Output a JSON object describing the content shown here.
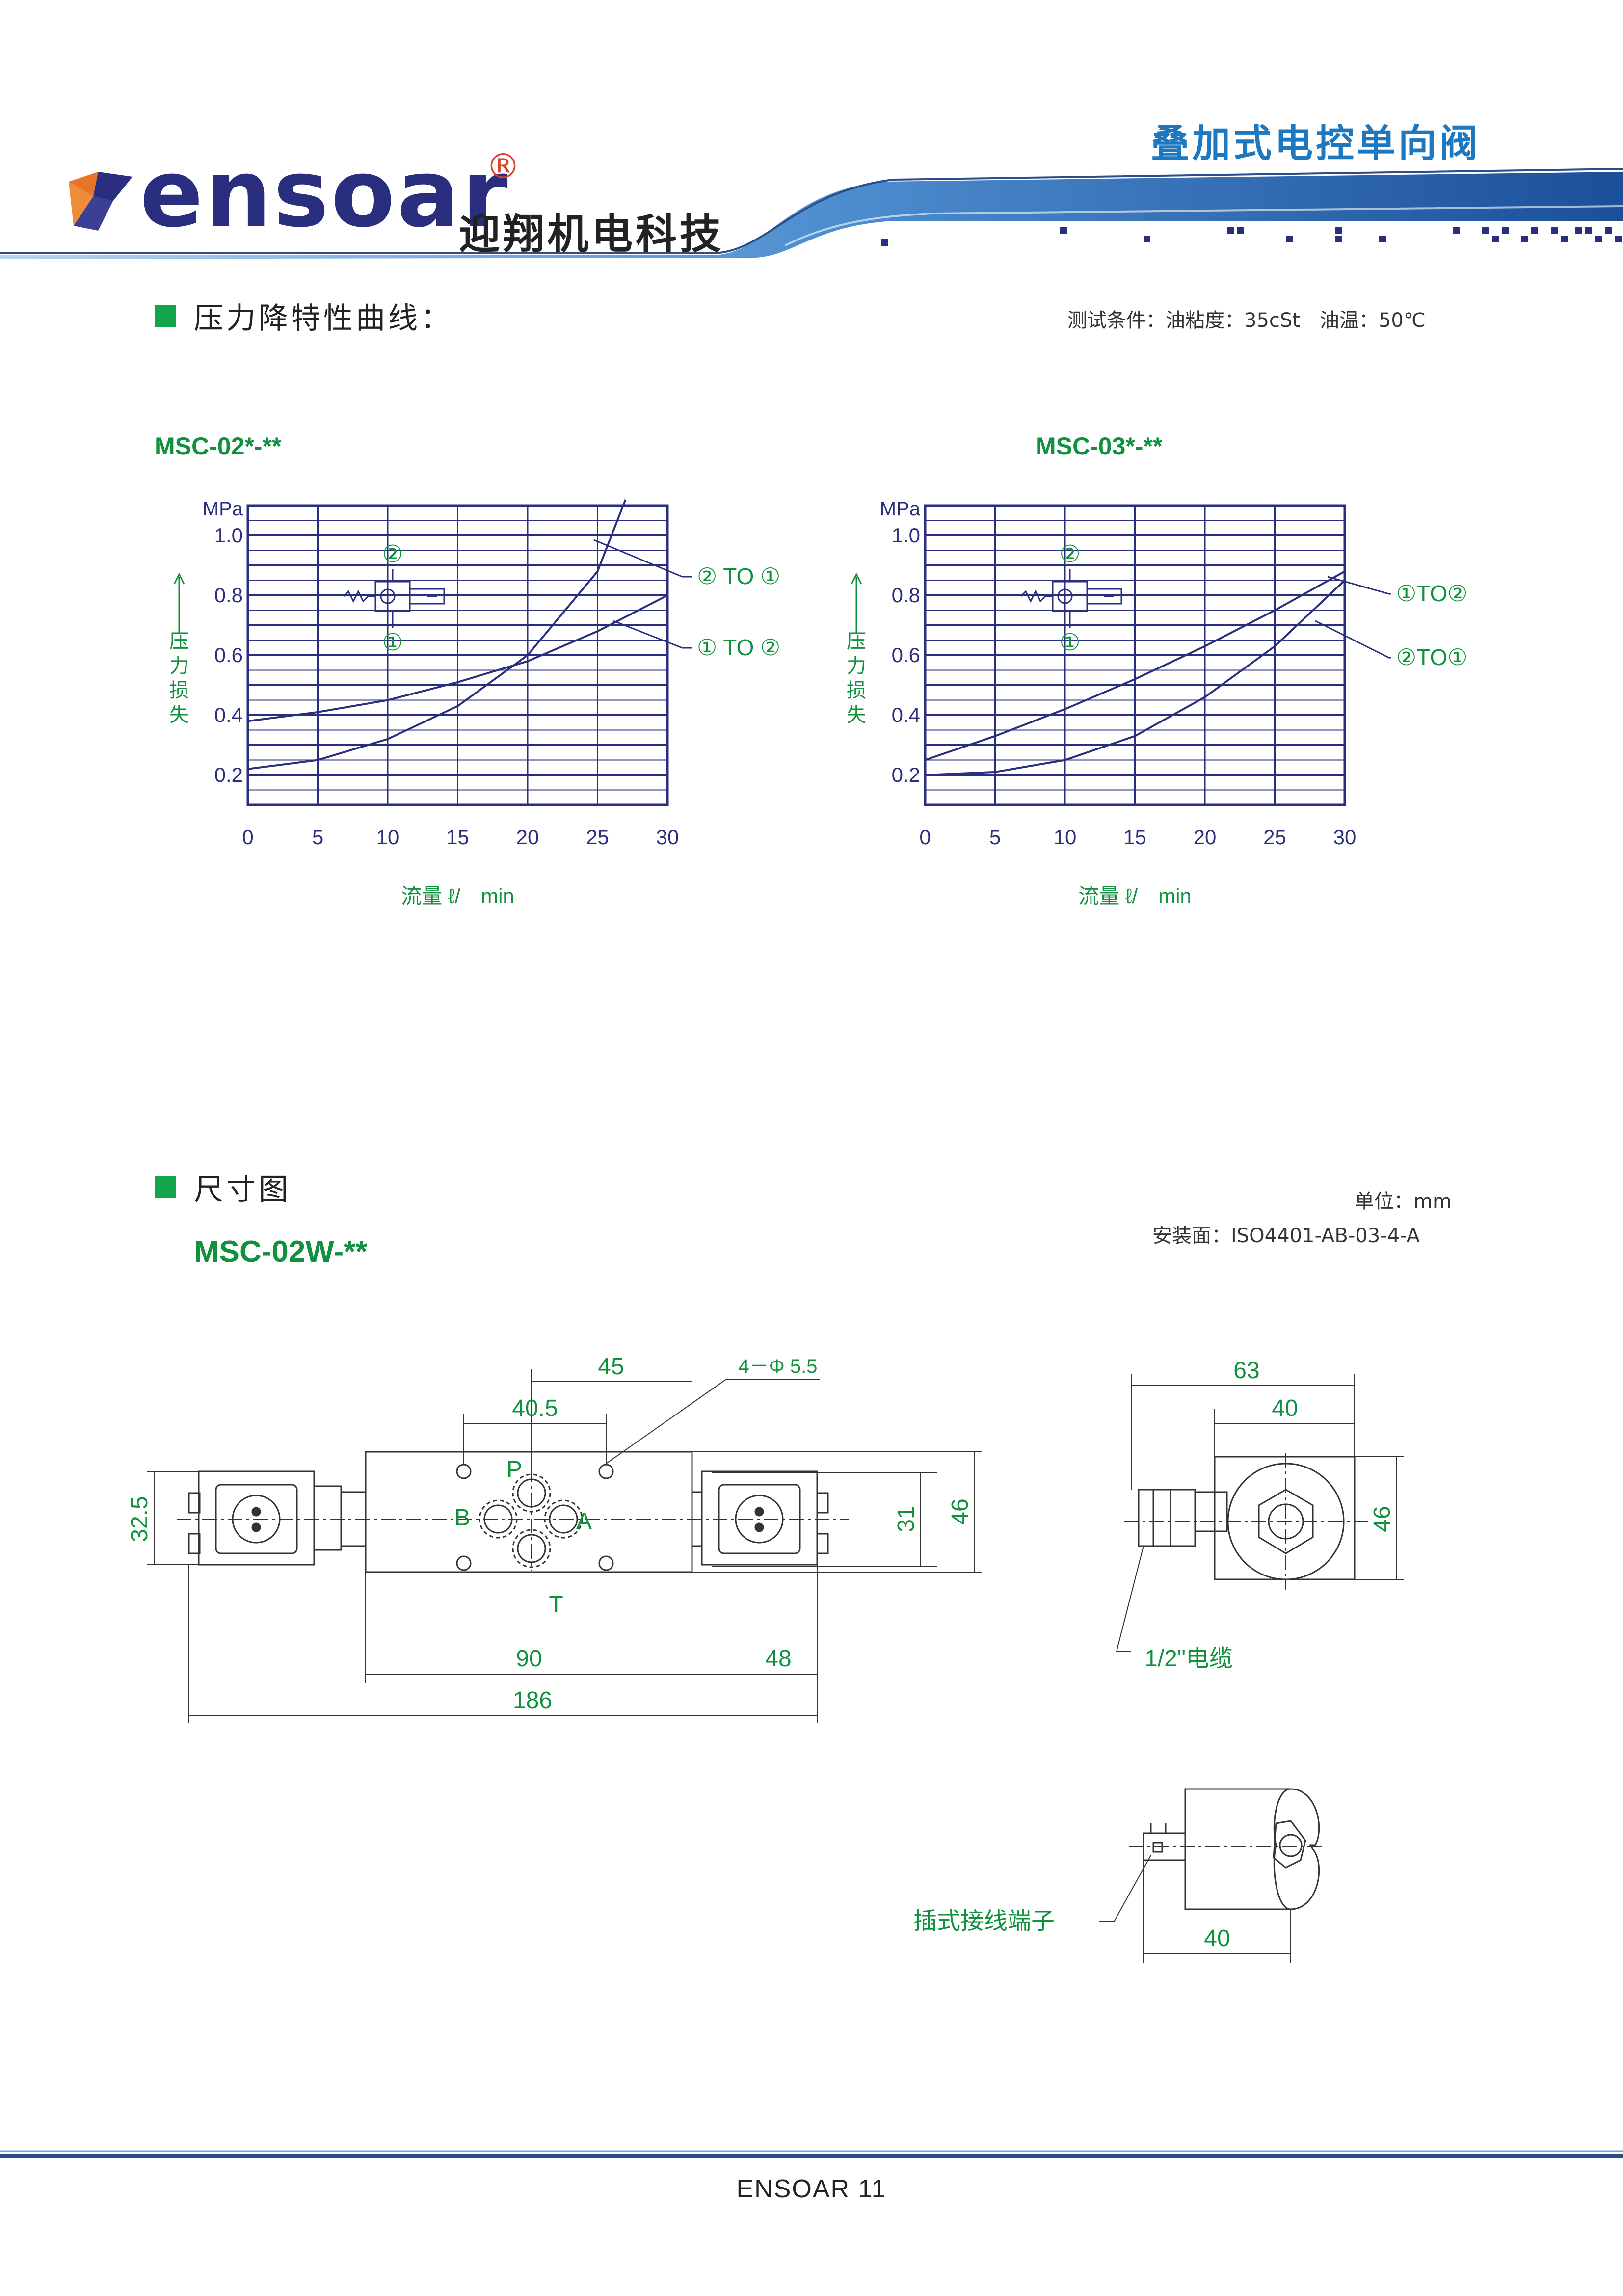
{
  "header": {
    "brand": "ensoar",
    "registered": "®",
    "brand_cn": "迎翔机电科技",
    "doc_title": "叠加式电控单向阀",
    "accent_color": "#1e78c0",
    "brand_color": "#2a2e7e"
  },
  "section1": {
    "title": "压力降特性曲线：",
    "conditions": "测试条件：油粘度：35cSt　油温：50℃"
  },
  "charts": {
    "unit": "MPa",
    "ylabel": "压力损失",
    "xlabel": "流量 ℓ/　min",
    "symbol_port_top": "②",
    "symbol_port_bottom": "①"
  },
  "chart_data": [
    {
      "type": "line",
      "title": "MSC-02*-**",
      "xlabel": "流量 ℓ/　min",
      "ylabel": "压力损失",
      "unit": "MPa",
      "xticks": [
        0,
        5,
        10,
        15,
        20,
        25,
        30
      ],
      "yticks": [
        0.2,
        0.4,
        0.6,
        0.8,
        1.0
      ],
      "xlim": [
        0,
        30
      ],
      "ylim": [
        0.1,
        1.1
      ],
      "grid": true,
      "series": [
        {
          "name": "② TO ①",
          "x": [
            0,
            5,
            10,
            15,
            20,
            25,
            27
          ],
          "y": [
            0.22,
            0.25,
            0.32,
            0.43,
            0.6,
            0.88,
            1.12
          ]
        },
        {
          "name": "① TO ②",
          "x": [
            0,
            5,
            10,
            15,
            20,
            25,
            30
          ],
          "y": [
            0.38,
            0.41,
            0.45,
            0.51,
            0.58,
            0.68,
            0.8
          ]
        }
      ]
    },
    {
      "type": "line",
      "title": "MSC-03*-**",
      "xlabel": "流量 ℓ/　min",
      "ylabel": "压力损失",
      "unit": "MPa",
      "xticks": [
        0,
        5,
        10,
        15,
        20,
        25,
        30
      ],
      "yticks": [
        0.2,
        0.4,
        0.6,
        0.8,
        1.0
      ],
      "xlim": [
        0,
        30
      ],
      "ylim": [
        0.1,
        1.1
      ],
      "grid": true,
      "series": [
        {
          "name": "①TO②",
          "x": [
            0,
            5,
            10,
            15,
            20,
            25,
            30
          ],
          "y": [
            0.25,
            0.33,
            0.42,
            0.52,
            0.63,
            0.75,
            0.88
          ]
        },
        {
          "name": "②TO①",
          "x": [
            0,
            5,
            10,
            15,
            20,
            25,
            30
          ],
          "y": [
            0.2,
            0.21,
            0.25,
            0.33,
            0.46,
            0.63,
            0.85
          ]
        }
      ]
    }
  ],
  "section2": {
    "title": "尺寸图",
    "unit_note": "单位：mm",
    "mounting": "安装面：ISO4401-AB-03-4-A",
    "model": "MSC-02W-**"
  },
  "drawing": {
    "dim_45": "45",
    "dim_40_5": "40.5",
    "holes": "4－Φ 5.5",
    "port_p": "P",
    "port_a": "A",
    "port_b": "B",
    "port_t": "T",
    "dim_32_5": "32.5",
    "dim_31": "31",
    "dim_46": "46",
    "dim_90": "90",
    "dim_48": "48",
    "dim_186": "186",
    "dim_63": "63",
    "dim_40": "40",
    "side_46": "46",
    "cable": "1/2\"电缆",
    "plug": "插式接线端子",
    "plug_40": "40"
  },
  "footer": {
    "text": "ENSOAR  11"
  }
}
